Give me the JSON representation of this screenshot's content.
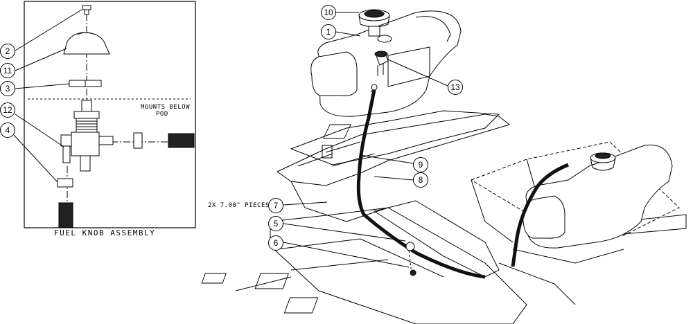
{
  "inset": {
    "title": "FUEL KNOB ASSEMBLY",
    "note_line1": "MOUNTS BELOW",
    "note_line2": "POD"
  },
  "annotation": "2X 7.00\" PIECES",
  "callouts": {
    "c1": "1",
    "c2": "2",
    "c3": "3",
    "c4": "4",
    "c5": "5",
    "c6": "6",
    "c7": "7",
    "c8": "8",
    "c9": "9",
    "c10": "10",
    "c11": "11",
    "c12": "12",
    "c13": "13"
  }
}
